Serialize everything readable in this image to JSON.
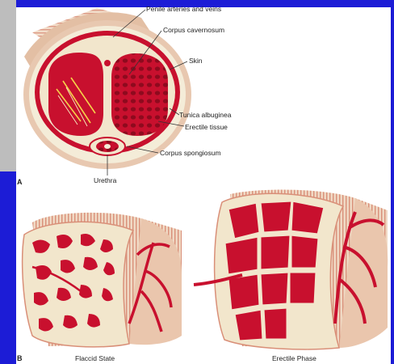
{
  "panel_a": {
    "letter": "A",
    "labels": {
      "penile_arteries_veins": "Penile arteries and veins",
      "corpus_cavernosum": "Corpus cavernosum",
      "skin": "Skin",
      "tunica_albuginea": "Tunica albuginea",
      "erectile_tissue": "Erectile tissue",
      "corpus_spongiosum": "Corpus spongiosum",
      "urethra": "Urethra"
    }
  },
  "panel_b": {
    "letter": "B",
    "captions": {
      "flaccid": "Flaccid State",
      "erectile": "Erectile Phase"
    }
  },
  "colors": {
    "frame_blue": "#1c1cd6",
    "frame_gray": "#bdbdbd",
    "tissue_red": "#c8102e",
    "skin_tan": "#e8c8b0",
    "cream": "#f4ecd8"
  }
}
